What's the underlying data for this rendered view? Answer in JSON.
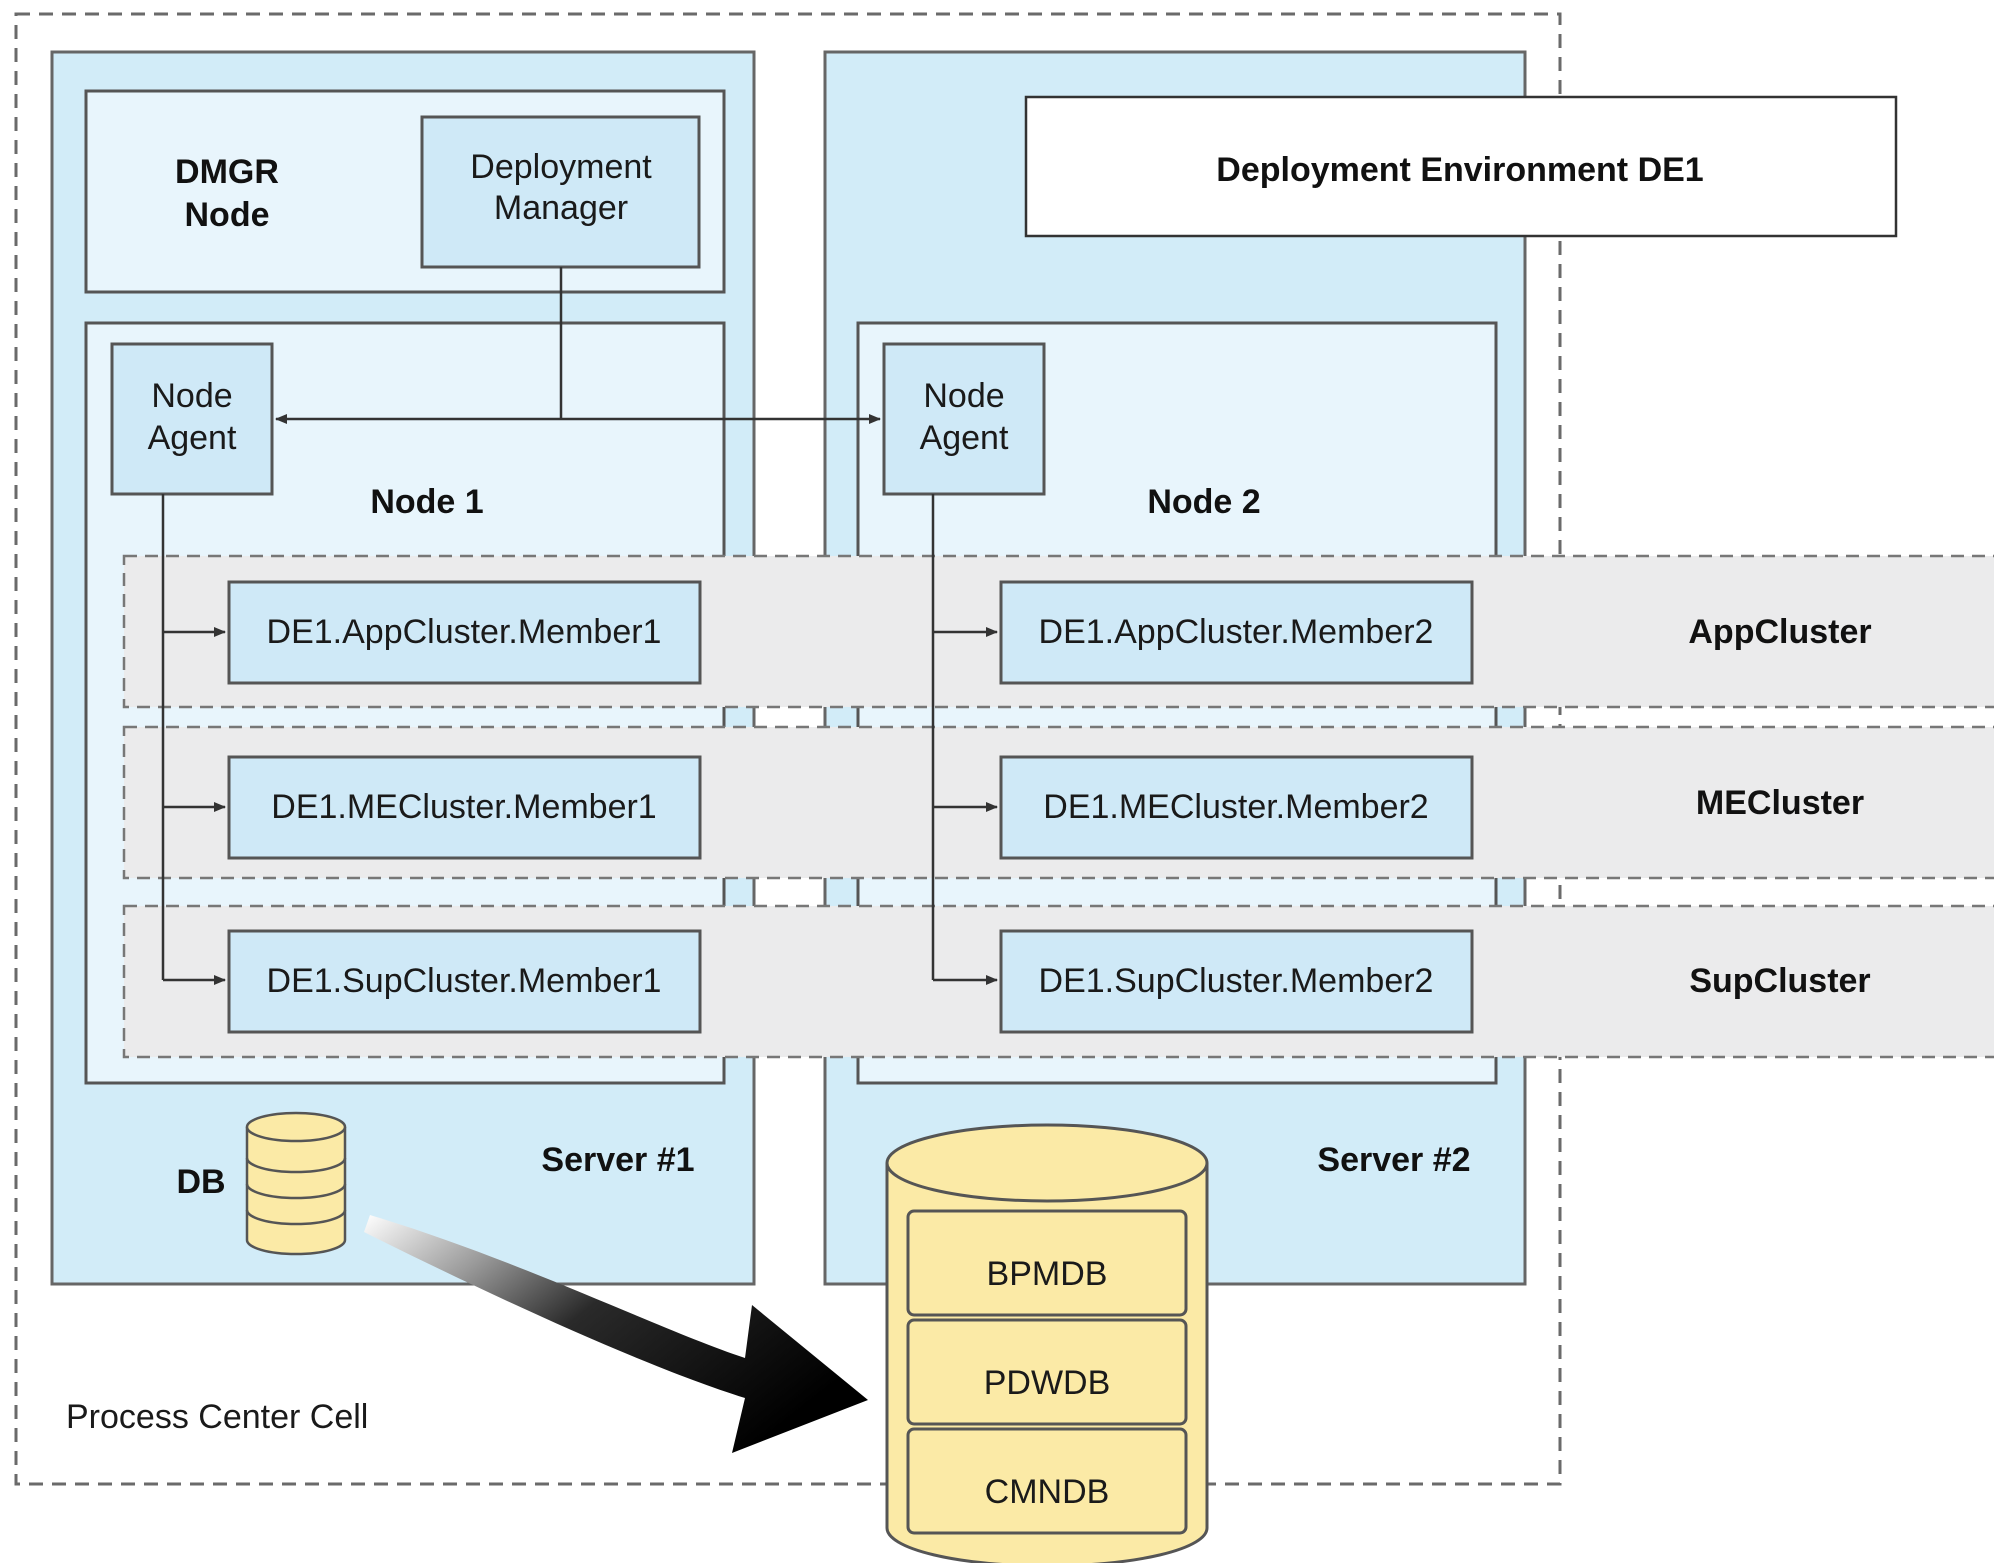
{
  "diagram": {
    "cell": {
      "label": "Process Center Cell"
    },
    "environment": {
      "label": "Deployment Environment DE1"
    },
    "servers": [
      {
        "label": "Server #1"
      },
      {
        "label": "Server #2"
      }
    ],
    "dmgr_node": {
      "label_line1": "DMGR",
      "label_line2": "Node",
      "manager_line1": "Deployment",
      "manager_line2": "Manager"
    },
    "nodes": [
      {
        "label": "Node 1",
        "agent_line1": "Node",
        "agent_line2": "Agent"
      },
      {
        "label": "Node 2",
        "agent_line1": "Node",
        "agent_line2": "Agent"
      }
    ],
    "clusters": [
      {
        "label": "AppCluster",
        "members": [
          "DE1.AppCluster.Member1",
          "DE1.AppCluster.Member2"
        ]
      },
      {
        "label": "MECluster",
        "members": [
          "DE1.MECluster.Member1",
          "DE1.MECluster.Member2"
        ]
      },
      {
        "label": "SupCluster",
        "members": [
          "DE1.SupCluster.Member1",
          "DE1.SupCluster.Member2"
        ]
      }
    ],
    "db": {
      "label": "DB",
      "databases": [
        "BPMDB",
        "PDWDB",
        "CMNDB"
      ]
    },
    "colors": {
      "server_fill": "#d2ecf8",
      "node_fill": "#e8f5fc",
      "component_fill": "#cfe9f7",
      "cluster_band": "#ebebec",
      "db_fill": "#fbeaa6",
      "stroke": "#555555"
    }
  }
}
